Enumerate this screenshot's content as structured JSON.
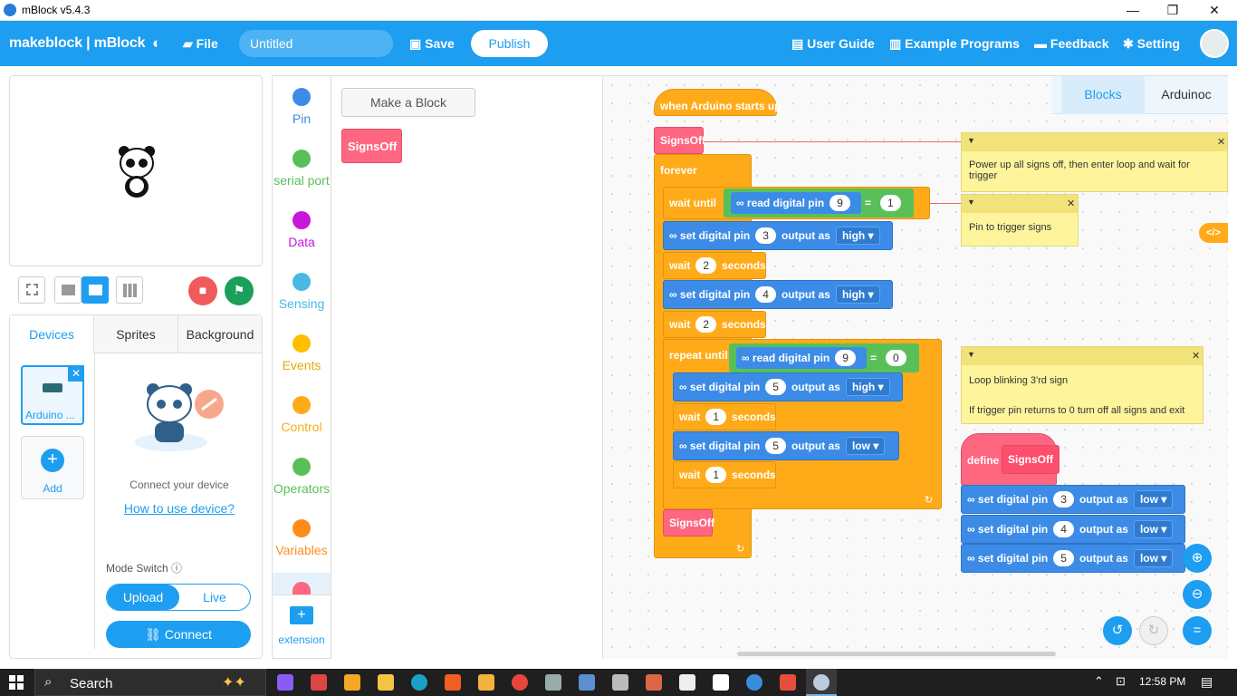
{
  "window": {
    "title": "mBlock v5.4.3",
    "minimize": "—",
    "restore": "❐",
    "close": "✕"
  },
  "header": {
    "brand": "makeblock | mBlock",
    "file": "File",
    "project_name": "Untitled",
    "save": "Save",
    "publish": "Publish",
    "user_guide": "User Guide",
    "examples": "Example Programs",
    "feedback": "Feedback",
    "setting": "Setting"
  },
  "stage_controls": {
    "stop": "■",
    "go": "⚑"
  },
  "device_panel": {
    "tabs": [
      "Devices",
      "Sprites",
      "Background"
    ],
    "device_name": "Arduino ...",
    "add_label": "Add",
    "connect_text": "Connect your device",
    "how_to": "How to use device?",
    "mode_switch": "Mode Switch",
    "upload": "Upload",
    "live": "Live",
    "connect": "Connect"
  },
  "categories": [
    {
      "label": "Pin",
      "color": "#3c8ce7"
    },
    {
      "label": "serial port",
      "color": "#59c059"
    },
    {
      "label": "Data",
      "color": "#c817d8"
    },
    {
      "label": "Sensing",
      "color": "#4ab8e6"
    },
    {
      "label": "Events",
      "color": "#ffbf00"
    },
    {
      "label": "Control",
      "color": "#ffab19"
    },
    {
      "label": "Operators",
      "color": "#59c059"
    },
    {
      "label": "Variables",
      "color": "#ff8c1a"
    }
  ],
  "extension": "extension",
  "palette": {
    "make_block": "Make a Block",
    "signsoff": "SignsOff"
  },
  "code_tabs": {
    "blocks": "Blocks",
    "arduino": "Arduinoc"
  },
  "blocks": {
    "hat": "when Arduino starts up",
    "signsoff_call": "SignsOff",
    "forever": "forever",
    "wait_until": "wait until",
    "read_pin": "read digital pin",
    "eq": "=",
    "set_pin": "set digital pin",
    "output_as": "output as",
    "wait": "wait",
    "seconds": "seconds",
    "repeat_until": "repeat until",
    "define": "define",
    "high": "high",
    "low": "low",
    "pin_9": "9",
    "val_1": "1",
    "val_0": "0",
    "pin_3": "3",
    "pin_4": "4",
    "pin_5": "5",
    "sec_2": "2",
    "sec_1": "1"
  },
  "notes": {
    "n1": "Power up all signs off, then enter loop and wait for trigger",
    "n2": "Pin to trigger signs",
    "n3a": "Loop blinking 3'rd sign",
    "n3b": "If trigger pin returns to 0 turn off all signs and exit"
  },
  "taskbar": {
    "search": "Search",
    "time": "12:58 PM"
  }
}
